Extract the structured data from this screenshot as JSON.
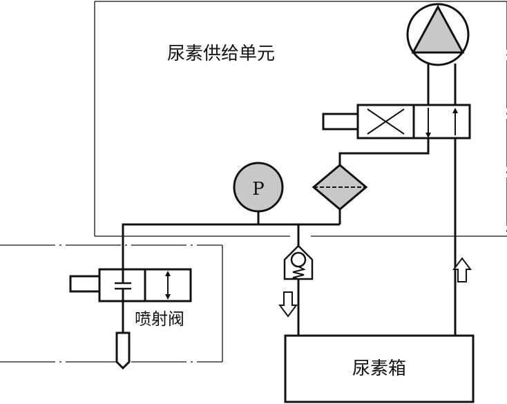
{
  "labels": {
    "supply_unit": "尿素供给单元",
    "injector": "喷射阀",
    "tank": "尿素箱",
    "pressure_gauge": "P"
  },
  "colors": {
    "line": "#111111",
    "fill_gray": "#c8c8c8",
    "background": "#ffffff"
  }
}
